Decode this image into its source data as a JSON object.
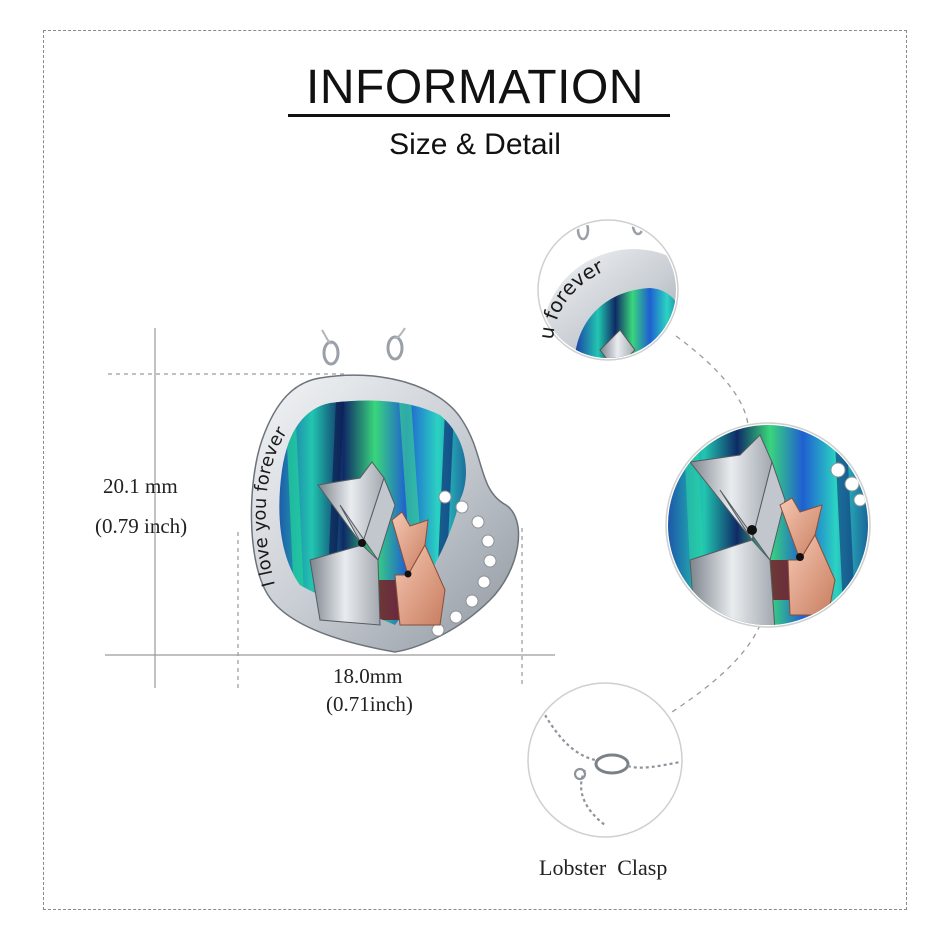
{
  "heading": {
    "title": "INFORMATION",
    "subtitle": "Size & Detail"
  },
  "pendant": {
    "engraving": "I love you forever"
  },
  "dimensions": {
    "height_mm": "20.1 mm",
    "height_inch": "(0.79 inch)",
    "width_mm": "18.0mm",
    "width_inch": "(0.71inch)"
  },
  "details": {
    "top_engraving": "u forever",
    "clasp_caption": "Lobster  Clasp"
  },
  "colors": {
    "frame": "#8a8a8a",
    "guide": "#9a9a9a",
    "silver": "#d9dde2",
    "rose_gold": "#e2a48a",
    "abalone_teal": "#1fb8a8",
    "abalone_blue": "#2350b5"
  }
}
